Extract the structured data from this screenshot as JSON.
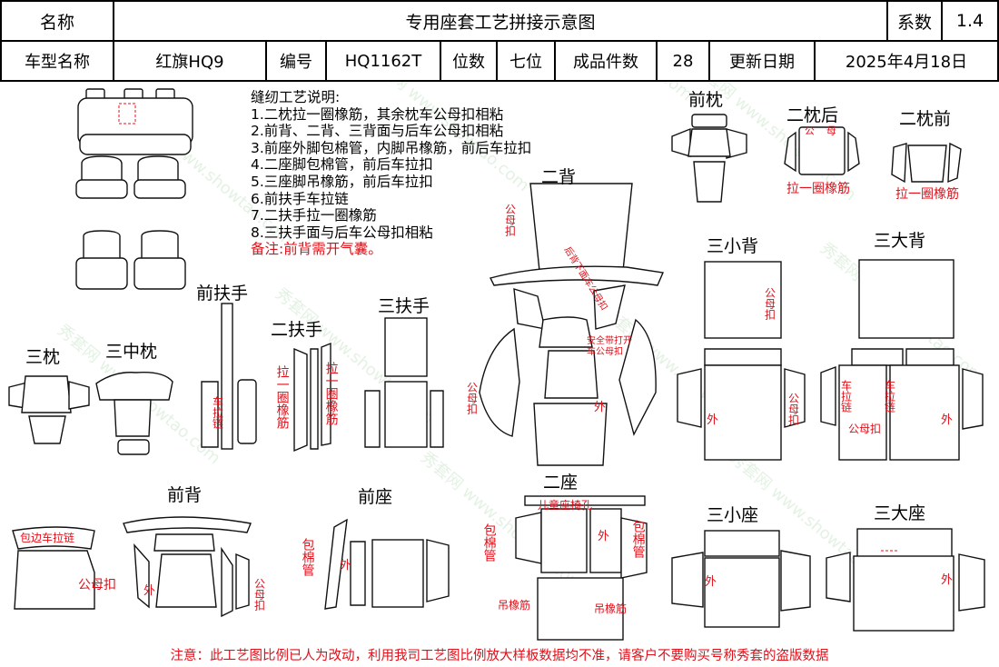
{
  "header": {
    "name_label": "名称",
    "title": "专用座套工艺拼接示意图",
    "coef_label": "系数",
    "coef_value": "1.4",
    "model_label": "车型名称",
    "model_value": "红旗HQ9",
    "code_label": "编号",
    "code_value": "HQ1162T",
    "seats_label": "位数",
    "seats_value": "七位",
    "pieces_label": "成品件数",
    "pieces_value": "28",
    "date_label": "更新日期",
    "date_value": "2025年4月18日"
  },
  "notes": {
    "title": "缝纫工艺说明:",
    "items": [
      "1.二枕拉一圈橡筋，其余枕车公母扣相粘",
      "2.前背、二背、三背面与后车公母扣相粘",
      "3.前座外脚包棉管，内脚吊橡筋，前后车拉扣",
      "4.二座脚包棉管，前后车拉扣",
      "5.三座脚吊橡筋，前后车拉扣",
      "6.前扶手车拉链",
      "7.二扶手拉一圈橡筋",
      "8.三扶手面与后车公母扣相粘"
    ],
    "remark": "备注:前背需开气囊。"
  },
  "sections": {
    "front_headrest": "前枕",
    "second_headrest_back": "二枕后",
    "second_headrest_front": "二枕前",
    "second_back": "二背",
    "third_small_back": "三小背",
    "third_large_back": "三大背",
    "front_armrest": "前扶手",
    "second_armrest": "二扶手",
    "third_armrest": "三扶手",
    "third_headrest": "三枕",
    "third_middle_headrest": "三中枕",
    "front_back": "前背",
    "front_seat": "前座",
    "second_seat": "二座",
    "third_small_seat": "三小座",
    "third_large_seat": "三大座"
  },
  "annotations": {
    "elastic_loop": "拉一圈橡筋",
    "male_female_buckle": "公母扣",
    "male_female_buckle_h": "公母扣",
    "zipper": "车拉链",
    "outer": "外",
    "cotton_tube": "包棉管",
    "hang_elastic": "吊橡筋",
    "child_seat_hole": "儿童座椅孔",
    "edge_zipper": "包边车拉链",
    "backseat_zip": "后背下面车公母扣",
    "safety_belt": "安全带打开车公母扣",
    "male": "公",
    "female": "母"
  },
  "footer": "注意：此工艺图比例已人为改动，利用我司工艺图比例放大样板数据均不准，请客户不要购买号称秀套的盗版数据",
  "watermark": "秀套网 www.showtao.com"
}
